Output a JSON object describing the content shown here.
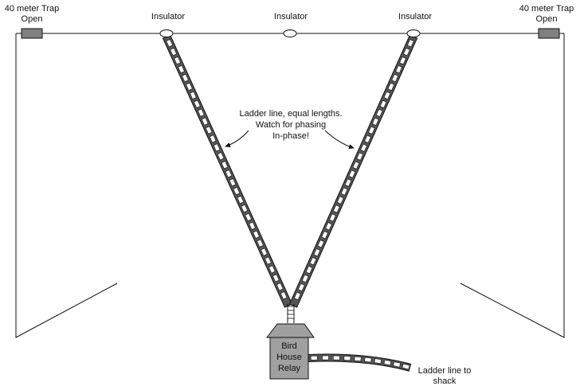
{
  "labels": {
    "trap_left_line1": "40 meter Trap",
    "trap_left_line2": "Open",
    "trap_right_line1": "40 meter Trap",
    "trap_right_line2": "Open",
    "insulator_left": "Insulator",
    "insulator_center": "Insulator",
    "insulator_right": "Insulator",
    "note_line1": "Ladder line, equal lengths.",
    "note_line2": "Watch for phasing",
    "note_line3": "In-phase!",
    "relay_line1": "Bird",
    "relay_line2": "House",
    "relay_line3": "Relay",
    "feed_line1": "Ladder line to",
    "feed_line2": "shack"
  },
  "colors": {
    "line": "#111111",
    "ladder": "#555555",
    "trap": "#808080",
    "house": "#a0a0a0",
    "insulator": "#ffffff"
  }
}
